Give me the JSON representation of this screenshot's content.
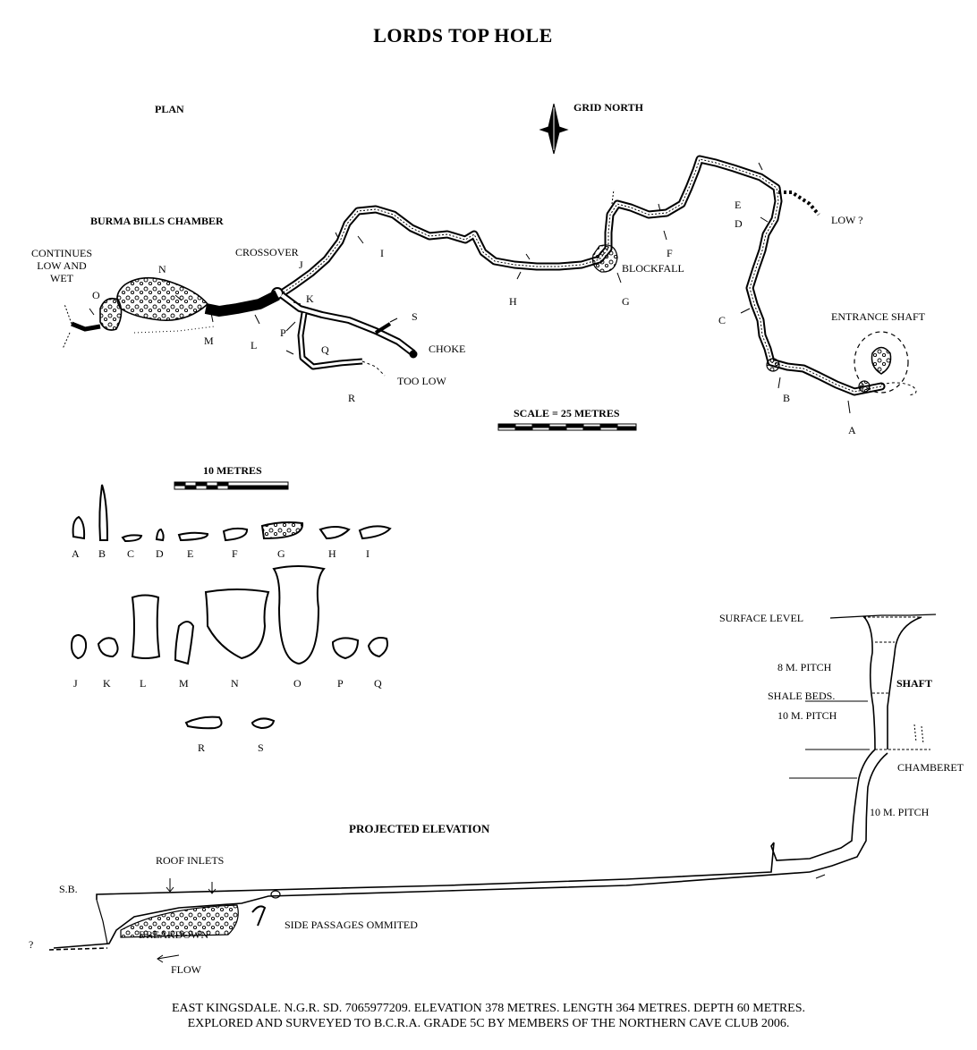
{
  "title": "LORDS TOP HOLE",
  "plan": {
    "heading": "PLAN",
    "north_label": "GRID NORTH",
    "scale_label": "SCALE = 25 METRES",
    "labels": {
      "burma_bills": "BURMA BILLS CHAMBER",
      "continues": [
        "CONTINUES",
        "LOW AND",
        "WET"
      ],
      "crossover": "CROSSOVER",
      "blockfall": "BLOCKFALL",
      "choke": "CHOKE",
      "too_low": "TOO LOW",
      "low_q": "LOW ?",
      "entrance_shaft": "ENTRANCE SHAFT"
    },
    "stations": [
      "A",
      "B",
      "C",
      "D",
      "E",
      "F",
      "G",
      "H",
      "I",
      "J",
      "K",
      "L",
      "M",
      "N",
      "O",
      "P",
      "Q",
      "R",
      "S"
    ]
  },
  "sections": {
    "scale_label": "10 METRES",
    "row1": [
      "A",
      "B",
      "C",
      "D",
      "E",
      "F",
      "G",
      "H",
      "I"
    ],
    "row2": [
      "J",
      "K",
      "L",
      "M",
      "N",
      "O",
      "P",
      "Q"
    ],
    "row3": [
      "R",
      "S"
    ]
  },
  "elevation": {
    "heading": "PROJECTED ELEVATION",
    "surface_level": "SURFACE LEVEL",
    "pitch8": "8 M. PITCH",
    "shaft": "SHAFT",
    "shale_beds": "SHALE BEDS.",
    "pitch10a": "10 M. PITCH",
    "chamberet": "CHAMBERET",
    "pitch10b": "10 M. PITCH",
    "roof_inlets": "ROOF INLETS",
    "sb": "S.B.",
    "breakdown": "BREAKDOWN",
    "side_passages": "SIDE PASSAGES OMMITED",
    "flow": "FLOW",
    "question": "?"
  },
  "footer": {
    "line1": "EAST KINGSDALE. N.G.R. SD. 7065977209. ELEVATION 378 METRES. LENGTH 364 METRES. DEPTH 60 METRES.",
    "line2": "EXPLORED AND SURVEYED TO B.C.R.A. GRADE 5C BY MEMBERS OF THE NORTHERN CAVE CLUB 2006."
  }
}
